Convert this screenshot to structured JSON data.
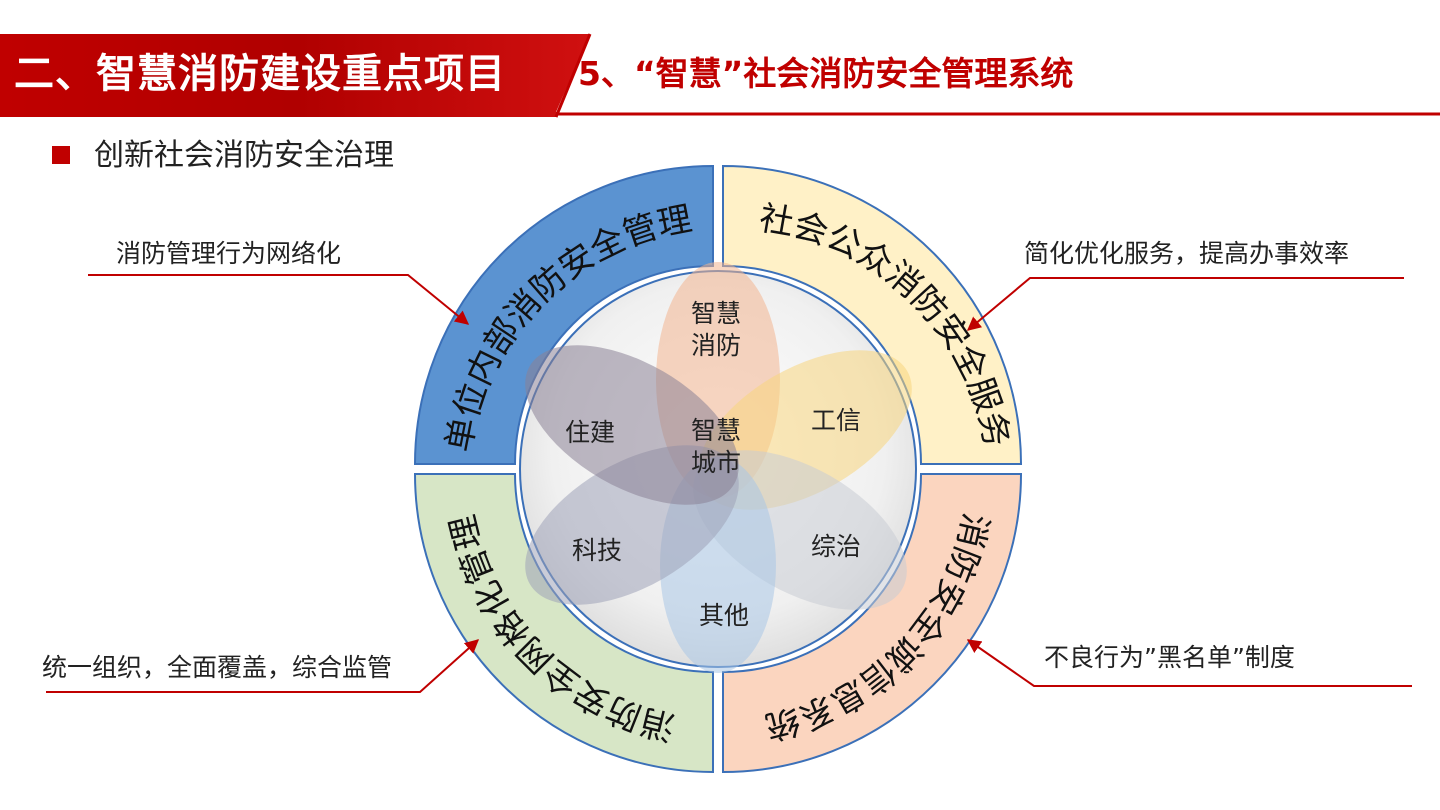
{
  "header": {
    "section_title": "二、智慧消防建设重点项目",
    "subsection_title": "5、“智慧”社会消防安全管理系统",
    "colors": {
      "red": "#c00000",
      "dark_red": "#8b0000"
    }
  },
  "bullet": {
    "text": "创新社会消防安全治理"
  },
  "diagram": {
    "quadrants": [
      {
        "label": "单位内部消防安全管理",
        "fill": "#5b93d1"
      },
      {
        "label": "社会公众消防安全服务",
        "fill": "#fff1c7"
      },
      {
        "label": "消防安全诚信息系统",
        "fill": "#fbd5bf"
      },
      {
        "label": "消防安全网格化管理",
        "fill": "#d7e6c6"
      }
    ],
    "petals": [
      {
        "label": "智慧\n消防",
        "fill": "#f3b58f"
      },
      {
        "label": "工信",
        "fill": "#f7d67e"
      },
      {
        "label": "综治",
        "fill": "#c9ccd4"
      },
      {
        "label": "其他",
        "fill": "#a9c7e6"
      },
      {
        "label": "科技",
        "fill": "#9fa2b8"
      },
      {
        "label": "住建",
        "fill": "#8a8295"
      }
    ],
    "center_label": "智慧\n城市",
    "annotations": [
      {
        "text": "消防管理行为网络化"
      },
      {
        "text": "简化优化服务，提高办事效率"
      },
      {
        "text": "统一组织，全面覆盖，综合监管"
      },
      {
        "text": "不良行为”黑名单”制度"
      }
    ]
  }
}
